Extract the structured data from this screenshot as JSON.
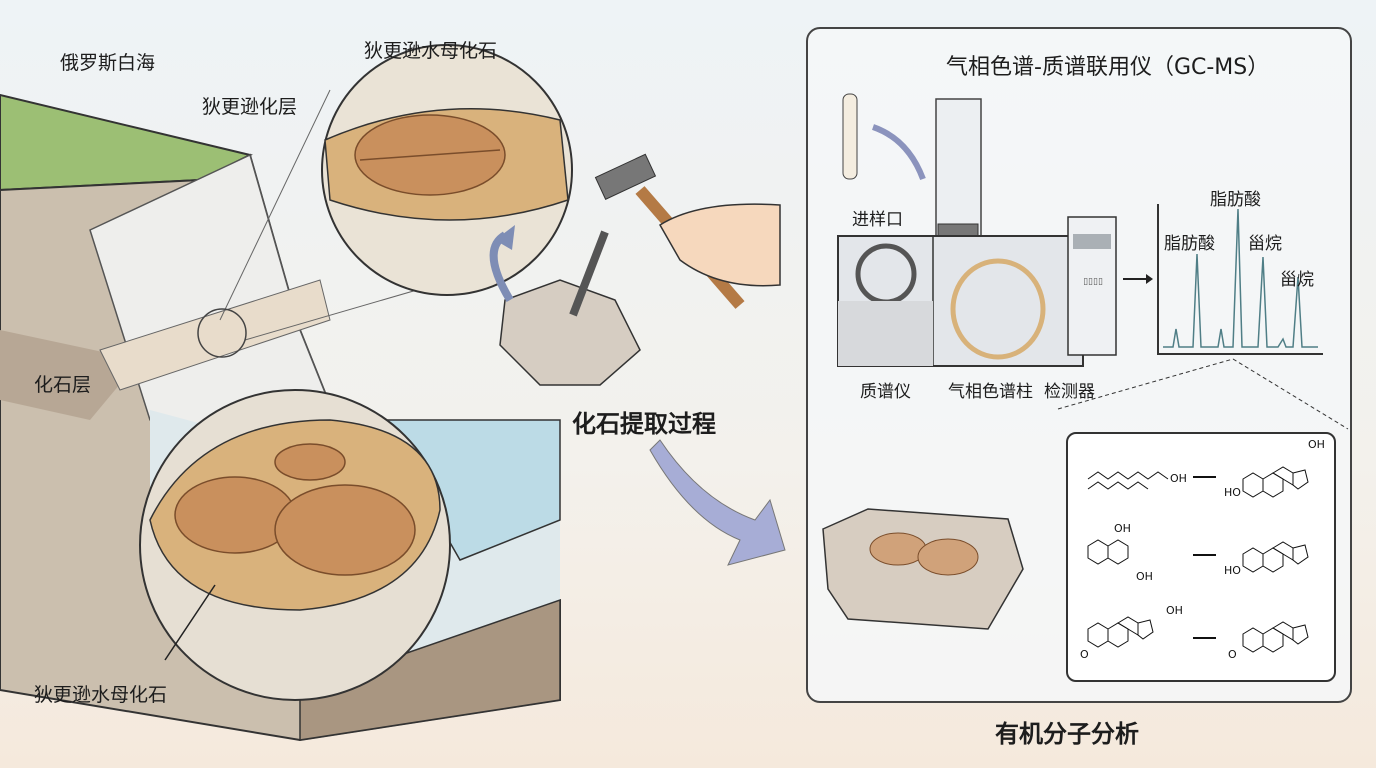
{
  "left": {
    "location_label": "俄罗斯白海",
    "layer_label": "狄更逊化层",
    "top_circle_label": "狄更逊水母化石",
    "fossil_layer_label": "化石层",
    "bottom_circle_label": "狄更逊水母化石"
  },
  "middle": {
    "process_label": "化石提取过程"
  },
  "gcms": {
    "title": "气相色谱-质谱联用仪（GC-MS）",
    "inlet_label": "进样口",
    "ms_label": "质谱仪",
    "column_label": "气相色谱柱",
    "detector_label": "检测器",
    "peaks": {
      "fatty_acid_1": "脂肪酸",
      "fatty_acid_2": "脂肪酸",
      "sterane_1": "甾烷",
      "sterane_2": "甾烷"
    }
  },
  "analysis": {
    "label": "有机分子分析",
    "oh": "OH",
    "ho": "HO",
    "o": "O"
  },
  "colors": {
    "fossil": "#d9b27c",
    "grass": "#9cbf74",
    "water": "#bcdbe6",
    "panel_border": "#444444"
  }
}
